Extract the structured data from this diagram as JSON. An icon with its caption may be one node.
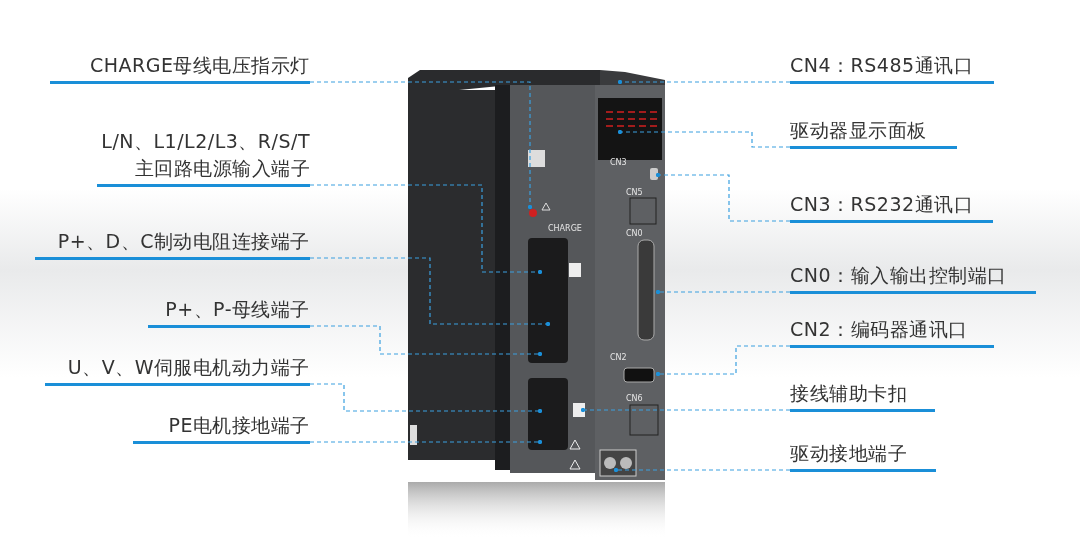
{
  "diagram": {
    "nodes": [
      {
        "text": [
          "CHARGE母线电压指示灯"
        ]
      },
      {
        "text": [
          "L/N、L1/L2/L3、R/S/T 主回路电源输入端子"
        ]
      },
      {
        "text": [
          "P+、D、C制动电阻连接端子"
        ]
      },
      {
        "text": [
          "P+、P-母线端子"
        ]
      },
      {
        "text": [
          "U、V、W伺服电机动力端子"
        ]
      },
      {
        "text": [
          "PE电机接地端子"
        ]
      },
      {
        "text": [
          "CN4：RS485通讯口"
        ]
      },
      {
        "text": [
          "驱动器显示面板"
        ]
      },
      {
        "text": [
          "CN3：RS232通讯口"
        ]
      },
      {
        "text": [
          "CN0：输入输出控制端口"
        ]
      },
      {
        "text": [
          "CN2：编码器通讯口"
        ]
      },
      {
        "text": [
          "接线辅助卡扣"
        ]
      },
      {
        "text": [
          "驱动接地端子"
        ]
      }
    ],
    "edges": [
      {
        "from": 0,
        "to": null,
        "arrow": "other",
        "style": "dashed"
      },
      {
        "from": 1,
        "to": null,
        "arrow": "other",
        "style": "dashed"
      },
      {
        "from": 2,
        "to": null,
        "arrow": "other",
        "style": "dashed"
      },
      {
        "from": 3,
        "to": null,
        "arrow": "other",
        "style": "dashed"
      },
      {
        "from": 4,
        "to": null,
        "arrow": "other",
        "style": "dashed"
      },
      {
        "from": 5,
        "to": null,
        "arrow": "other",
        "style": "dashed"
      },
      {
        "from": 6,
        "to": null,
        "arrow": "other",
        "style": "dashed"
      },
      {
        "from": 7,
        "to": null,
        "arrow": "other",
        "style": "dashed"
      },
      {
        "from": 8,
        "to": null,
        "arrow": "other",
        "style": "dashed"
      },
      {
        "from": 9,
        "to": null,
        "arrow": "other",
        "style": "dashed"
      },
      {
        "from": 10,
        "to": null,
        "arrow": "other",
        "style": "dashed"
      },
      {
        "from": 11,
        "to": null,
        "arrow": "other",
        "style": "dashed"
      },
      {
        "from": 12,
        "to": null,
        "arrow": "other",
        "style": "dashed"
      }
    ],
    "labels": [
      "CHARGE",
      "CN3",
      "CN5",
      "CN0",
      "CN2",
      "CN6"
    ]
  }
}
